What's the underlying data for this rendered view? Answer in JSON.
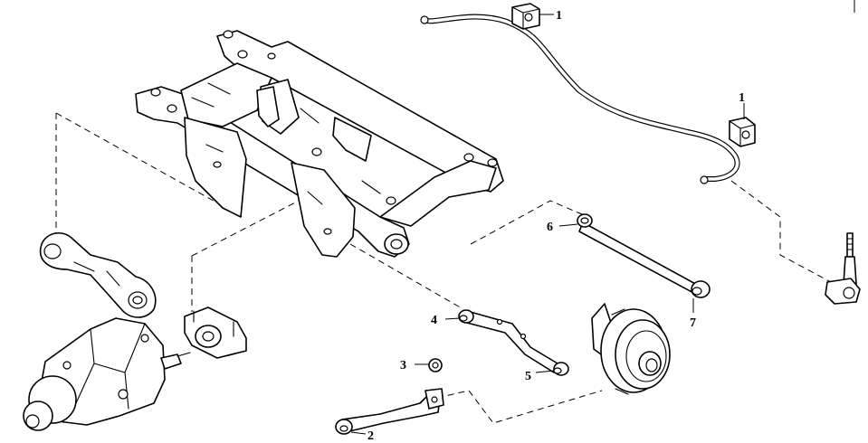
{
  "callouts": [
    {
      "id": "1a",
      "label": "1"
    },
    {
      "id": "1b",
      "label": "1"
    },
    {
      "id": "2",
      "label": "2"
    },
    {
      "id": "3",
      "label": "3"
    },
    {
      "id": "4",
      "label": "4"
    },
    {
      "id": "5",
      "label": "5"
    },
    {
      "id": "6",
      "label": "6"
    },
    {
      "id": "7",
      "label": "7"
    }
  ]
}
